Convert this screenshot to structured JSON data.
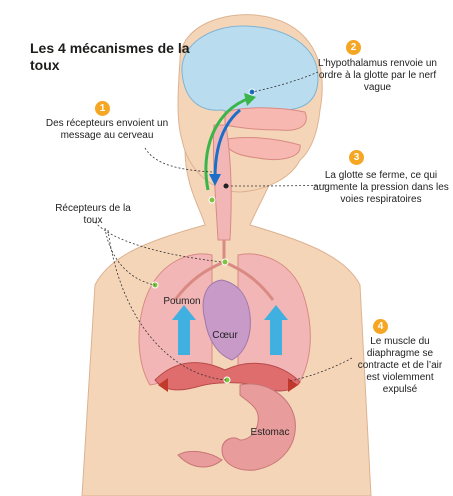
{
  "title": "Les 4 mécanismes de la toux",
  "steps": [
    {
      "number": "1",
      "text": "Des récepteurs envoient un message au cerveau"
    },
    {
      "number": "2",
      "text": "L’hypothalamus renvoie un ordre à la glotte par le nerf vague"
    },
    {
      "number": "3",
      "text": "La glotte se ferme, ce qui augmente la pression dans les voies respiratoires"
    },
    {
      "number": "4",
      "text": "Le muscle du diaphragme se contracte et de l’air est violemment expulsé"
    }
  ],
  "labels": {
    "receptors": "Récepteurs de la toux",
    "lung": "Poumon",
    "heart": "Cœur",
    "stomach": "Estomac"
  },
  "colors": {
    "badge": "#f5a623",
    "skin": "#f5d5b8",
    "brain": "#b9dcef",
    "lung": "#f3b6b6",
    "heart": "#c79ac8",
    "diaphragm": "#e06d6d",
    "stomach": "#e99c9c",
    "air_arrow": "#3fb0e0",
    "signal_up": "#3ab54a",
    "signal_down": "#1a6fc9",
    "receptor_dot": "#7fc241"
  }
}
